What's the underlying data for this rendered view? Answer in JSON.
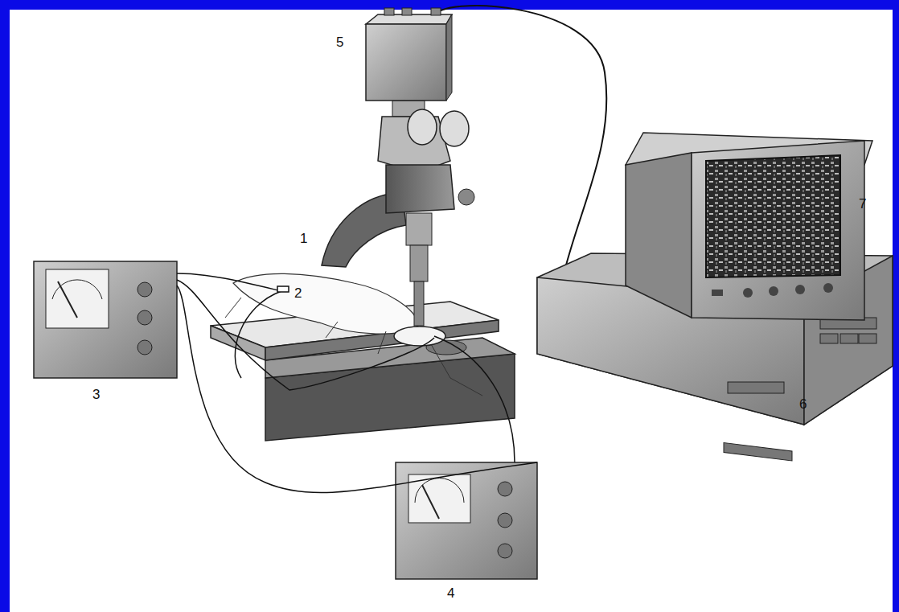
{
  "diagram": {
    "labels": [
      "5",
      "7",
      "1",
      "2",
      "3",
      "6",
      "4"
    ]
  }
}
